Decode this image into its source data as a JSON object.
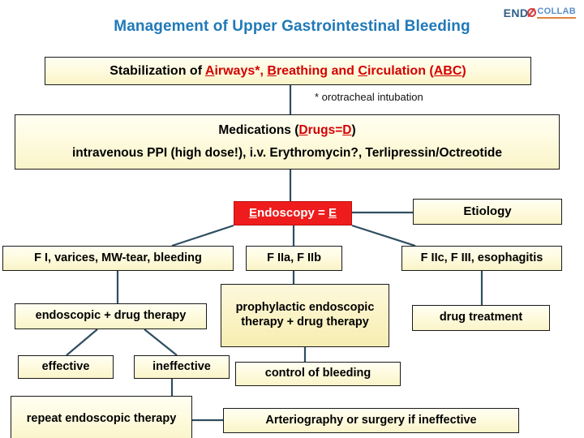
{
  "logo": {
    "part1": "END",
    "o_icon": "circle-slash-icon",
    "part2": "COLLAB"
  },
  "title": "Management of Upper Gastrointestinal Bleeding",
  "nodes": {
    "stabilization": {
      "lead": "Stabilization of ",
      "a_cap": "A",
      "a_rest": "irways*, ",
      "b_cap": "B",
      "b_rest": "reathing and ",
      "c_cap": "C",
      "c_rest": "irculation (",
      "abc": "ABC",
      "close": ")"
    },
    "footnote": "* orotracheal intubation",
    "medications": {
      "line1_lead": "Medications (",
      "line1_d": "D",
      "line1_rugs": "rugs=",
      "line1_d2": "D",
      "line1_close": ")",
      "line2": "intravenous PPI (high dose!), i.v. Erythromycin?, Terlipressin/Octreotide"
    },
    "endoscopy": {
      "e1": "E",
      "mid": "ndoscopy = ",
      "e2": "E"
    },
    "etiology": "Etiology",
    "branch_left": "F I, varices, MW-tear, bleeding",
    "branch_mid": "F IIa, F IIb",
    "branch_right": "F IIc, F III, esophagitis",
    "endoscopic_drug_therapy": "endoscopic + drug therapy",
    "prophylactic": "prophylactic endoscopic therapy + drug therapy",
    "drug_treatment": "drug treatment",
    "effective": "effective",
    "ineffective": "ineffective",
    "control_of_bleeding": "control of bleeding",
    "repeat_endoscopic_therapy": "repeat endoscopic therapy",
    "arteriography": "Arteriography or surgery if ineffective"
  },
  "colors": {
    "title_blue": "#2079B8",
    "accent_red": "#D40000",
    "endoscopy_fill": "#EE1C1C",
    "box_fill": "#FEFBE0",
    "connector": "#2F4E60",
    "logo_dark_blue": "#2E5F8A",
    "logo_light_blue": "#5B8FC9",
    "logo_underline": "#E0833C"
  }
}
